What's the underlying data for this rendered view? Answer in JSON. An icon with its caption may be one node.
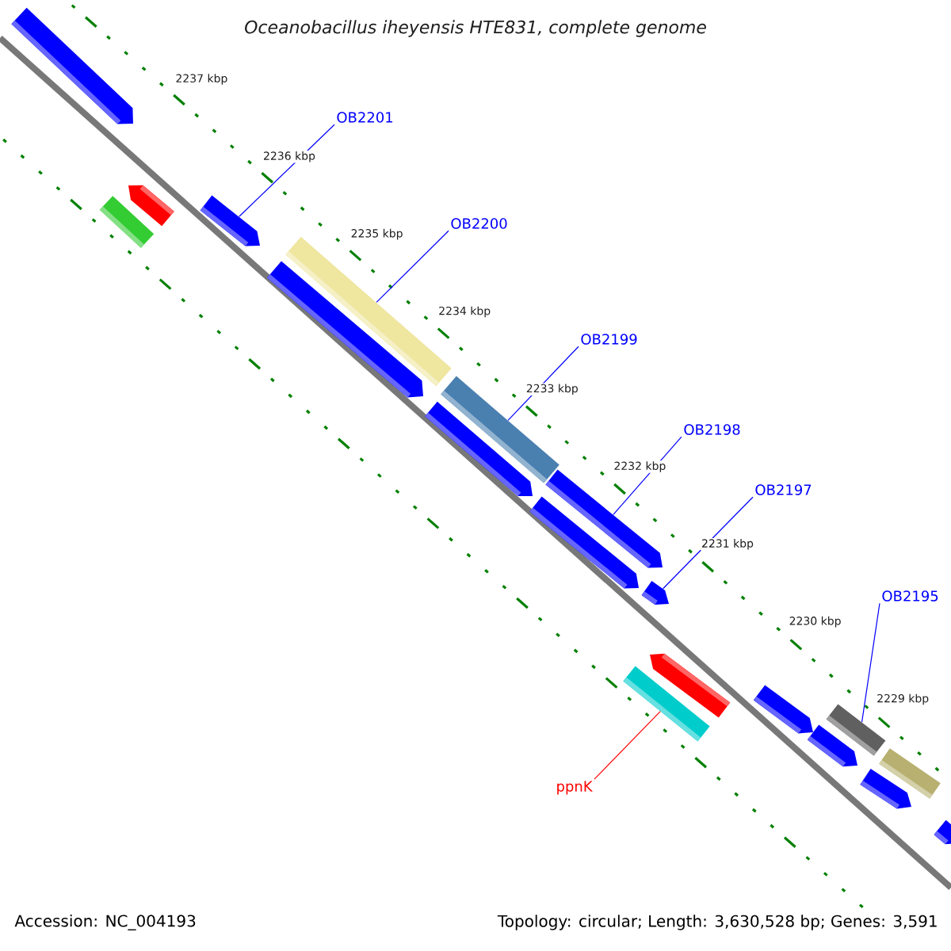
{
  "diagram": {
    "title": "Oceanobacillus iheyensis HTE831, complete genome",
    "nodes": [
      {
        "text": [
          "OB2201"
        ]
      },
      {
        "text": [
          "OB2200"
        ]
      },
      {
        "text": [
          "OB2199"
        ]
      },
      {
        "text": [
          "OB2198"
        ]
      },
      {
        "text": [
          "OB2197"
        ]
      },
      {
        "text": [
          "OB2195"
        ]
      },
      {
        "text": [
          "ppnK"
        ]
      },
      {
        "text": [],
        "shape": "arrow"
      },
      {
        "text": [],
        "shape": "box"
      },
      {
        "text": [],
        "shape": "arrow"
      },
      {
        "text": [],
        "shape": "arrow"
      },
      {
        "text": [],
        "shape": "box"
      },
      {
        "text": [],
        "shape": "arrow"
      },
      {
        "text": [],
        "shape": "box"
      },
      {
        "text": [],
        "shape": "arrow"
      },
      {
        "text": [],
        "shape": "arrow"
      },
      {
        "text": [],
        "shape": "arrow"
      },
      {
        "text": [],
        "shape": "arrow"
      },
      {
        "text": [],
        "shape": "box"
      },
      {
        "text": [],
        "shape": "arrow"
      },
      {
        "text": [],
        "shape": "arrow"
      },
      {
        "text": [],
        "shape": "box"
      },
      {
        "text": [],
        "shape": "arrow"
      },
      {
        "text": [],
        "shape": "box"
      },
      {
        "text": [],
        "shape": "arrow"
      },
      {
        "text": [],
        "shape": "arrow"
      }
    ],
    "edges": [
      {
        "from": 0,
        "to": 10,
        "arrow": "none"
      },
      {
        "from": 1,
        "to": 11,
        "arrow": "none"
      },
      {
        "from": 2,
        "to": 13,
        "arrow": "none"
      },
      {
        "from": 3,
        "to": 15,
        "arrow": "none"
      },
      {
        "from": 4,
        "to": 17,
        "arrow": "none"
      },
      {
        "from": 5,
        "to": 21,
        "arrow": "none"
      },
      {
        "from": 6,
        "to": 18,
        "arrow": "none",
        "color": "#ff0000"
      }
    ],
    "labels": [
      "2237 kbp",
      "2236 kbp",
      "2235 kbp",
      "2234 kbp",
      "2233 kbp",
      "2232 kbp",
      "2231 kbp",
      "2230 kbp",
      "2229 kbp",
      "Accession: NC_004193",
      "Topology: circular; Length: 3,630,528 bp; Genes: 3,591"
    ]
  }
}
